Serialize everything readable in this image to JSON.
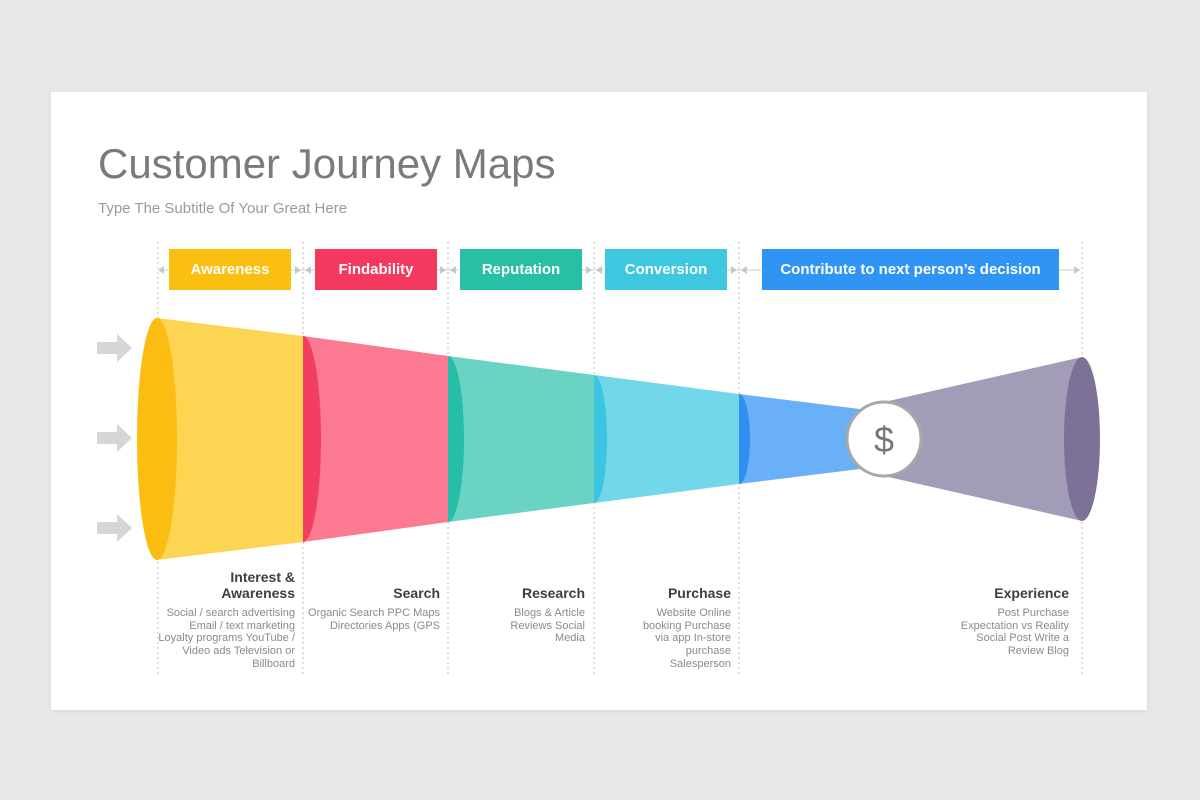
{
  "title": "Customer Journey Maps",
  "subtitle": "Type The Subtitle Of Your Great Here",
  "tags": [
    {
      "label": "Awareness",
      "color": "#fbbf12"
    },
    {
      "label": "Findability",
      "color": "#f4385f"
    },
    {
      "label": "Reputation",
      "color": "#27bfa6"
    },
    {
      "label": "Conversion",
      "color": "#3ec8e0"
    },
    {
      "label": "Contribute to next person’s decision",
      "color": "#2f94f3"
    }
  ],
  "stages": [
    {
      "title": "Interest & Awareness",
      "text": "Social / search advertising Email / text marketing Loyalty programs YouTube / Video ads Television or Billboard"
    },
    {
      "title": "Search",
      "text": "Organic Search PPC Maps Directories Apps (GPS"
    },
    {
      "title": "Research",
      "text": "Blogs & Article Reviews Social Media"
    },
    {
      "title": "Purchase",
      "text": "Website Online booking Purchase via app In-store purchase Salesperson"
    },
    {
      "title": "Experience",
      "text": "Post Purchase Expectation vs Reality Social Post Write a Review Blog"
    }
  ],
  "center_icon": "dollar-icon",
  "center_symbol": "$"
}
